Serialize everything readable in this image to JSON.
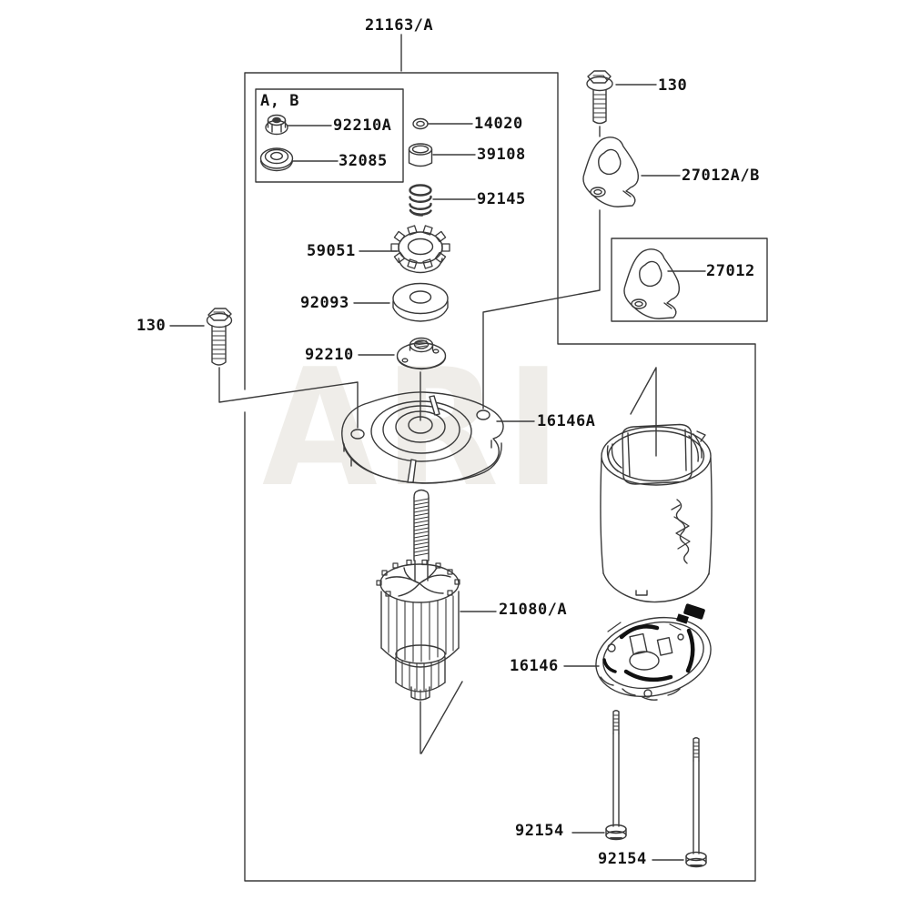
{
  "watermark": "ARI",
  "labels": {
    "assembly": "21163/A",
    "group_ab": "A, B",
    "nut_92210a": "92210A",
    "cap_32085": "32085",
    "oring_14020": "14020",
    "bushing_39108": "39108",
    "spring_92145": "92145",
    "gear_59051": "59051",
    "washer_92093": "92093",
    "nut_92210": "92210",
    "cover_16146a": "16146A",
    "bolt_left_130": "130",
    "bolt_right_130": "130",
    "bracket_27012ab": "27012A/B",
    "bracket_27012": "27012",
    "armature_21080a": "21080/A",
    "endcap_16146": "16146",
    "screw_92154_a": "92154",
    "screw_92154_b": "92154"
  },
  "colors": {
    "line": "#3a3a3a",
    "text": "#141414",
    "watermark": "#efede9",
    "background": "#ffffff",
    "wire_black": "#111111"
  }
}
